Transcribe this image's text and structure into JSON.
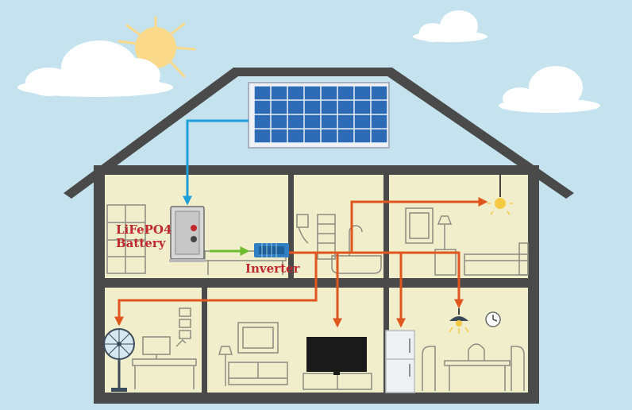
{
  "labels": {
    "battery_line1": "LiFePO4",
    "battery_line2": "Battery",
    "inverter": "Inverter"
  },
  "colors": {
    "sky": "#c4e3ee",
    "wall": "#4a4a4a",
    "room_fill": "#f1eecb",
    "furniture_line": "#8c8c80",
    "solar_to_battery_line": "#1e9fd8",
    "battery_to_inverter_arrow": "#6dbb2e",
    "power_distribution_lines": "#e0561c",
    "label_text": "#c0282d",
    "panel_cells": "#2d6bb5",
    "sun": "#fbd98b",
    "cloud": "#ffffff"
  },
  "icons": [
    "sun-icon",
    "cloud-icon",
    "solar-panel-icon",
    "battery-icon",
    "inverter-icon",
    "ceiling-lamp-icon",
    "pendant-lamp-icon",
    "fan-icon",
    "television-icon",
    "refrigerator-icon",
    "wall-clock-icon",
    "sofa-icon",
    "bed-icon",
    "bathtub-icon",
    "desk-icon",
    "dining-table-icon",
    "bookshelf-icon",
    "toilet-icon"
  ]
}
